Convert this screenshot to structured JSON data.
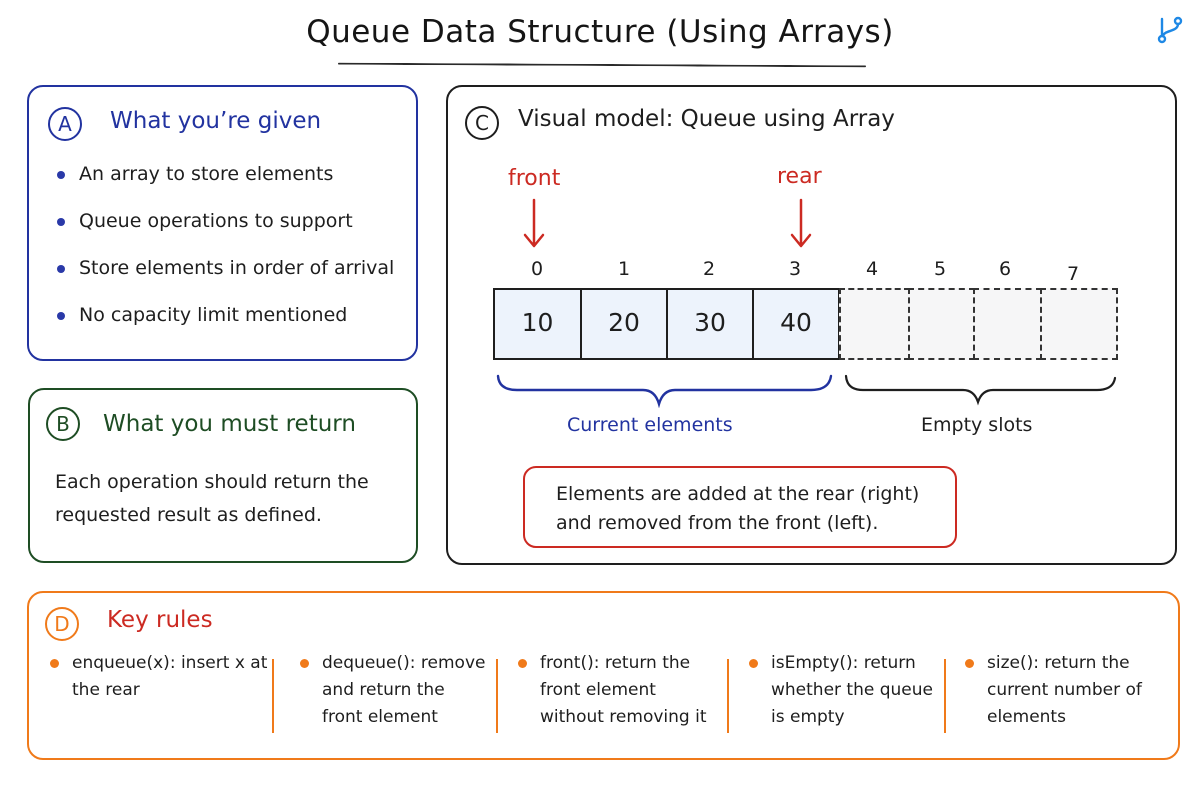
{
  "title": "Queue Data Structure (Using Arrays)",
  "logo_icon": "branch-icon",
  "colors": {
    "blue": "#2233a0",
    "green": "#1e4d24",
    "red": "#cc2a22",
    "orange": "#f07a1a",
    "cell_fill": "#edf3fc"
  },
  "panel_a": {
    "letter": "A",
    "heading": "What you’re given",
    "bullets": [
      "An array to store elements",
      "Queue operations to support",
      "Store elements in order of arrival",
      "No capacity limit mentioned"
    ]
  },
  "panel_b": {
    "letter": "B",
    "heading": "What you must return",
    "text": "Each operation should return the requested result as defined."
  },
  "panel_c": {
    "letter": "C",
    "heading": "Visual model: Queue using Array",
    "front_label": "front",
    "rear_label": "rear",
    "indices": [
      "0",
      "1",
      "2",
      "3",
      "4",
      "5",
      "6",
      "7"
    ],
    "values": [
      "10",
      "20",
      "30",
      "40"
    ],
    "current_label": "Current elements",
    "empty_label": "Empty slots",
    "note": "Elements are added at the rear (right) and removed from the front (left)."
  },
  "panel_d": {
    "letter": "D",
    "heading": "Key rules",
    "rules": [
      "enqueue(x): insert x at the rear",
      "dequeue(): remove and return the front element",
      "front(): return the front element without removing it",
      "isEmpty(): return whether the queue is empty",
      "size(): return the current number of elements"
    ]
  }
}
